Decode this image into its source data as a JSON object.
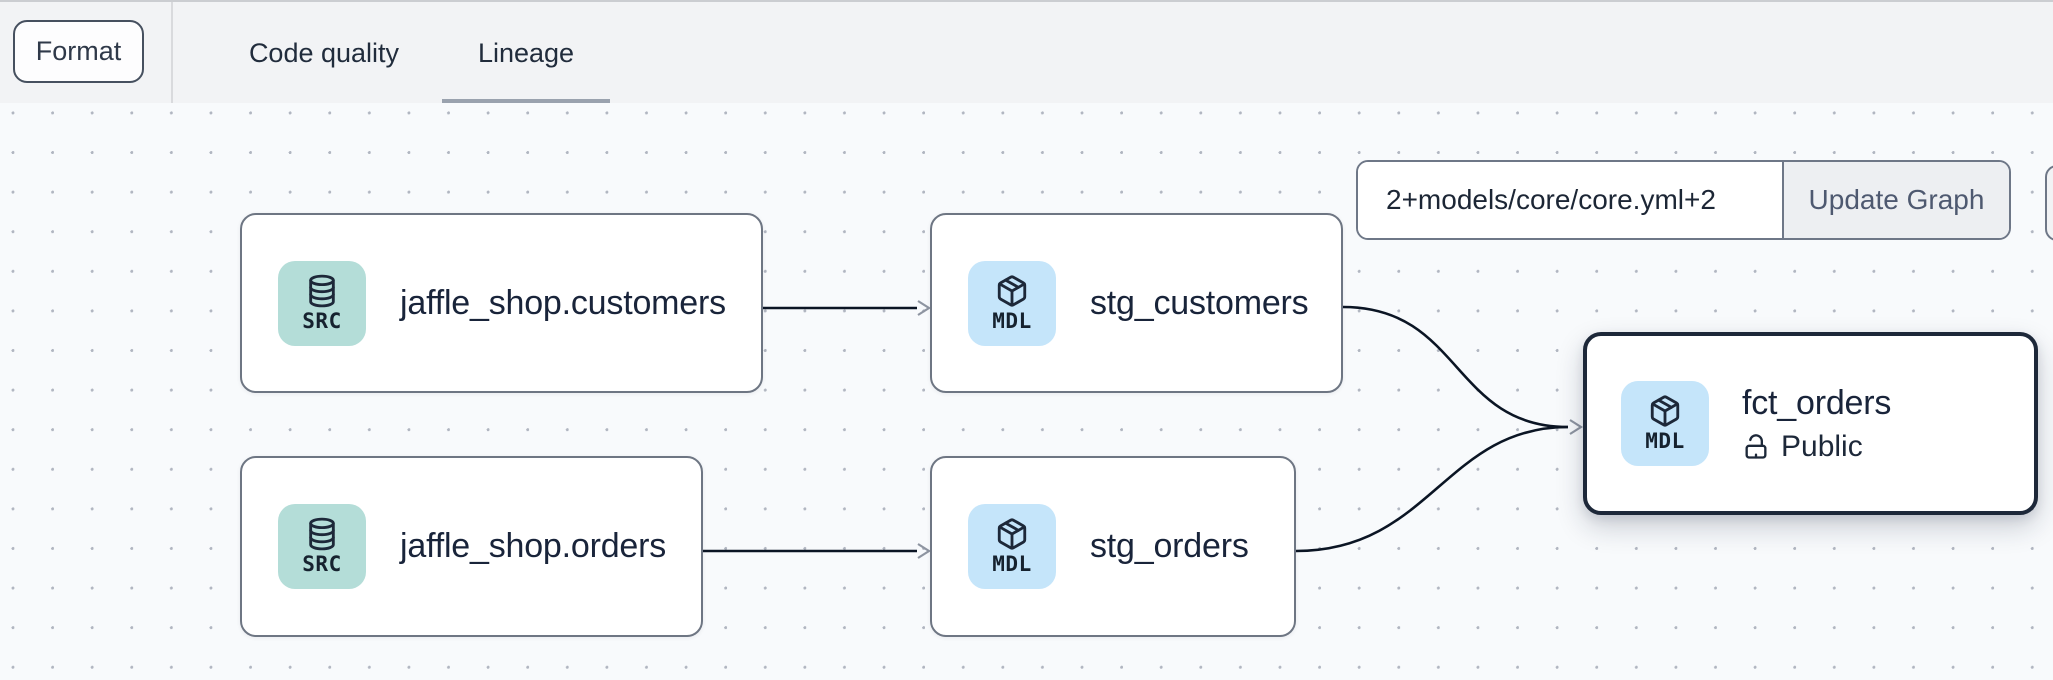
{
  "topbar": {
    "format_button": "Format",
    "tabs": [
      {
        "label": "Code quality",
        "active": false
      },
      {
        "label": "Lineage",
        "active": true
      }
    ]
  },
  "controls": {
    "selector_input_value": "2+models/core/core.yml+2",
    "update_graph_button": "Update Graph"
  },
  "graph": {
    "nodes": [
      {
        "id": "jaffle_shop.customers",
        "type": "source",
        "badge": "SRC",
        "label": "jaffle_shop.customers",
        "selected": false
      },
      {
        "id": "stg_customers",
        "type": "model",
        "badge": "MDL",
        "label": "stg_customers",
        "selected": false
      },
      {
        "id": "jaffle_shop.orders",
        "type": "source",
        "badge": "SRC",
        "label": "jaffle_shop.orders",
        "selected": false
      },
      {
        "id": "stg_orders",
        "type": "model",
        "badge": "MDL",
        "label": "stg_orders",
        "selected": false
      },
      {
        "id": "fct_orders",
        "type": "model",
        "badge": "MDL",
        "label": "fct_orders",
        "access": "Public",
        "selected": true
      }
    ],
    "edges": [
      {
        "from": "jaffle_shop.customers",
        "to": "stg_customers"
      },
      {
        "from": "jaffle_shop.orders",
        "to": "stg_orders"
      },
      {
        "from": "stg_customers",
        "to": "fct_orders"
      },
      {
        "from": "stg_orders",
        "to": "fct_orders"
      }
    ]
  },
  "colors": {
    "source_badge_bg": "#b4ddd8",
    "model_badge_bg": "#c5e5fa",
    "node_border": "#6e7683",
    "selected_node_border": "#1d2839",
    "edge": "#0b1524",
    "arrowhead": "#8e95a1",
    "tab_underline": "#9aa2ae",
    "topbar_bg": "#f2f3f5",
    "canvas_bg": "#f8fafc",
    "text_primary": "#19243a"
  }
}
